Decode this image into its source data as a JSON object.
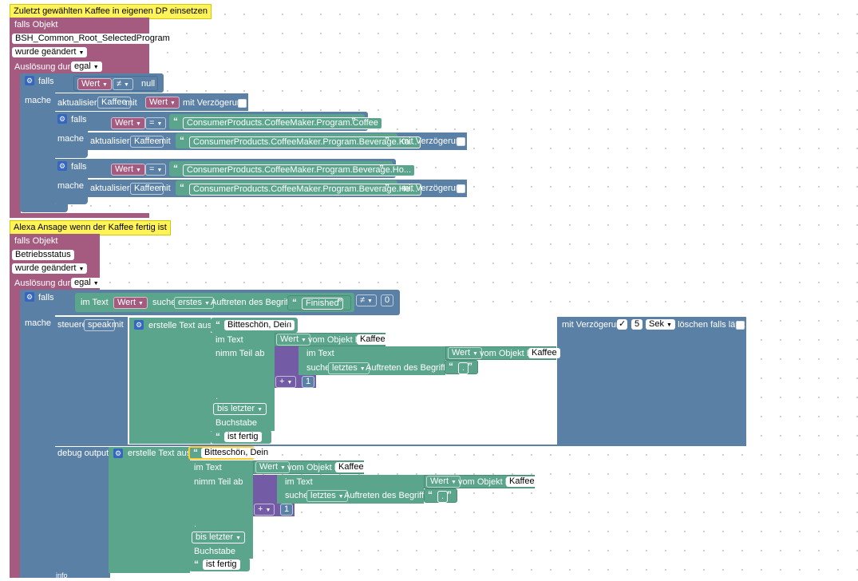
{
  "script1": {
    "comment": "Zuletzt gewählten Kaffee in eigenen DP einsetzen",
    "trigger": {
      "falls_objekt": "falls Objekt",
      "object_id": "BSH_Common_Root_SelectedProgram",
      "wurde_geaendert": "wurde geändert",
      "ausloesung": "Auslösung durch",
      "ausloesung_value": "egal"
    },
    "if1": {
      "falls": "falls",
      "mache": "mache",
      "var": "Wert",
      "op": "≠",
      "null": "null"
    },
    "update1": {
      "aktualisiere": "aktualisiere",
      "var": "Kaffee",
      "mit": "mit",
      "value": "Wert",
      "mit_verzoegerung": "mit Verzögerung"
    },
    "if2": {
      "falls": "falls",
      "mache": "mache",
      "var": "Wert",
      "op": "=",
      "text": "ConsumerProducts.CoffeeMaker.Program.Coffee",
      "aktualisiere": "aktualisiere",
      "kvar": "Kaffee",
      "mit": "mit",
      "value": "ConsumerProducts.CoffeeMaker.Program.Beverage.Ka...",
      "mit_verzoegerung": "mit Verzögerung"
    },
    "if3": {
      "falls": "falls",
      "mache": "mache",
      "var": "Wert",
      "op": "=",
      "text": "ConsumerProducts.CoffeeMaker.Program.Beverage.Ho...",
      "aktualisiere": "aktualisiere",
      "kvar": "Kaffee",
      "mit": "mit",
      "value": "ConsumerProducts.CoffeeMaker.Program.Beverage.He...",
      "mit_verzoegerung": "mit Verzögerung"
    }
  },
  "script2": {
    "comment": "Alexa Ansage wenn der Kaffee fertig ist",
    "trigger": {
      "falls_objekt": "falls Objekt",
      "object_id": "Betriebsstatus",
      "wurde_geaendert": "wurde geändert",
      "ausloesung": "Auslösung durch",
      "ausloesung_value": "egal"
    },
    "if": {
      "falls": "falls",
      "mache": "mache",
      "im_text": "im Text",
      "var": "Wert",
      "suche": "suche",
      "erstes": "erstes",
      "auftreten": "Auftreten des Begriffs",
      "finished": "Finished",
      "op": "≠",
      "zero": "0"
    },
    "steuere": {
      "steuere": "steuere",
      "speak": "speak",
      "mit": "mit",
      "erstelle": "erstelle Text aus",
      "bitteschoen": "Bitteschön, Dein",
      "im_text": "im Text",
      "wert": "Wert",
      "vom_objekt": "vom Objekt ID",
      "kaffee": "Kaffee",
      "nimm_teil": "nimm Teil ab",
      "im_text2": "im Text",
      "suche": "suche",
      "letztes": "letztes",
      "auftreten": "Auftreten des Begriffs",
      "dot": ".",
      "plus": "+",
      "one": "1",
      "bis_letzter": "bis letzter",
      "buchstabe": "Buchstabe",
      "ist_fertig": "ist fertig",
      "mit_verzoegerung": "mit Verzögerung",
      "check": "✓",
      "delay": "5",
      "unit": "Sek",
      "loeschen": ", löschen falls läuft",
      "dot_small": "."
    },
    "debug": {
      "debug_output": "debug output",
      "erstelle": "erstelle Text aus",
      "bitteschoen": "Bitteschön, Dein",
      "im_text": "im Text",
      "wert": "Wert",
      "vom_objekt": "vom Objekt ID",
      "kaffee": "Kaffee",
      "nimm_teil": "nimm Teil ab",
      "im_text2": "im Text",
      "suche": "suche",
      "letztes": "letztes",
      "auftreten": "Auftreten des Begriffs",
      "dot": ".",
      "plus": "+",
      "one": "1",
      "bis_letzter": "bis letzter",
      "buchstabe": "Buchstabe",
      "ist_fertig": "ist fertig",
      "dot_small": ".",
      "info": "info"
    }
  }
}
